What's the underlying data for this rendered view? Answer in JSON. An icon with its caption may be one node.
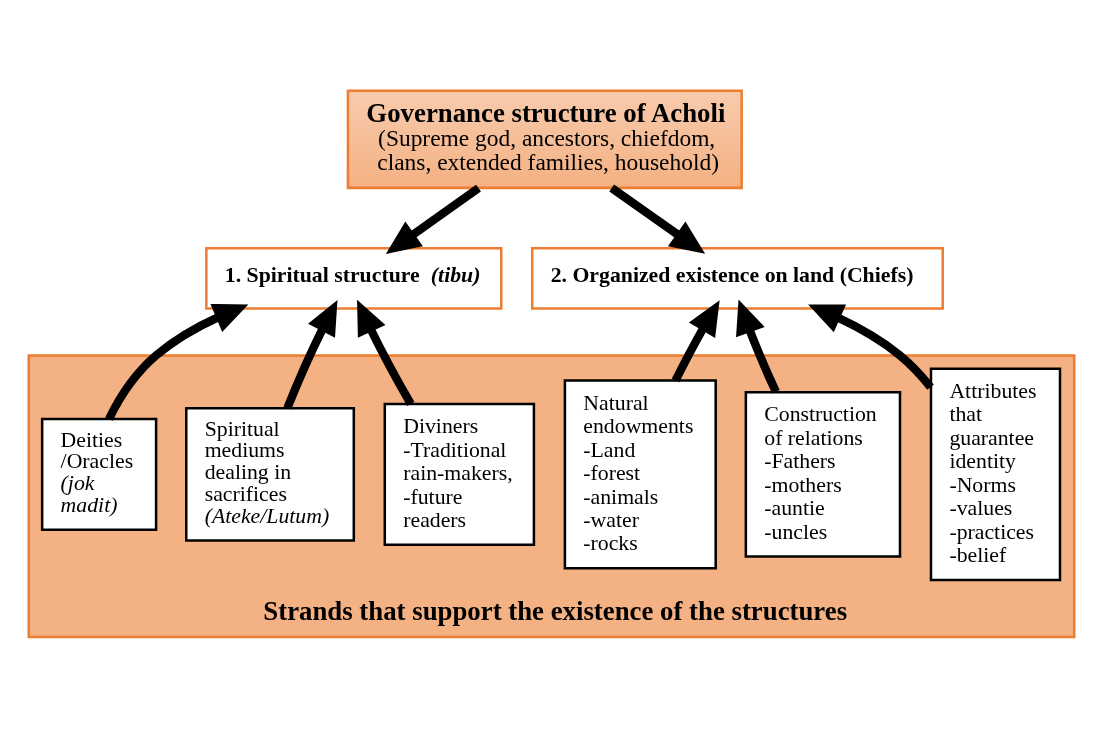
{
  "diagram": {
    "nodes": [
      {
        "text": [
          "Governance structure of Acholi",
          "(Supreme god, ancestors, chiefdom, clans, extended families, household)"
        ]
      },
      {
        "text": [
          "1. Spiritual structure *(tibu)*"
        ]
      },
      {
        "text": [
          "2. Organized existence on land (Chiefs)"
        ]
      },
      {
        "text": [
          "Strands that support the existence of the structures"
        ]
      },
      {
        "text": [
          "Deities /Oracles",
          "*(jok madit)*"
        ],
        "in": 3
      },
      {
        "text": [
          "Spiritual mediums dealing in sacrifices",
          "*(Ateke/Lutum)*"
        ],
        "in": 3
      },
      {
        "text": [
          "Diviners",
          "-Traditional rain-makers,",
          "-future readers"
        ],
        "in": 3
      },
      {
        "text": [
          "Natural endowments",
          "-Land",
          "-forest",
          "-animals",
          "-water",
          "-rocks"
        ],
        "in": 3
      },
      {
        "text": [
          "Construction of relations",
          "-Fathers",
          "-mothers",
          "-auntie",
          "-uncles"
        ],
        "in": 3
      },
      {
        "text": [
          "Attributes that guarantee identity",
          "-Norms",
          "-values",
          "-practices",
          "-belief"
        ],
        "in": 3
      }
    ],
    "edges": [
      {
        "from": 0,
        "to": 1,
        "arrow": "to"
      },
      {
        "from": 0,
        "to": 2,
        "arrow": "to"
      },
      {
        "from": 4,
        "to": 1,
        "arrow": "to"
      },
      {
        "from": 5,
        "to": 1,
        "arrow": "to"
      },
      {
        "from": 6,
        "to": 1,
        "arrow": "to"
      },
      {
        "from": 7,
        "to": 2,
        "arrow": "to"
      },
      {
        "from": 8,
        "to": 2,
        "arrow": "to"
      },
      {
        "from": 9,
        "to": 2,
        "arrow": "to"
      }
    ]
  }
}
